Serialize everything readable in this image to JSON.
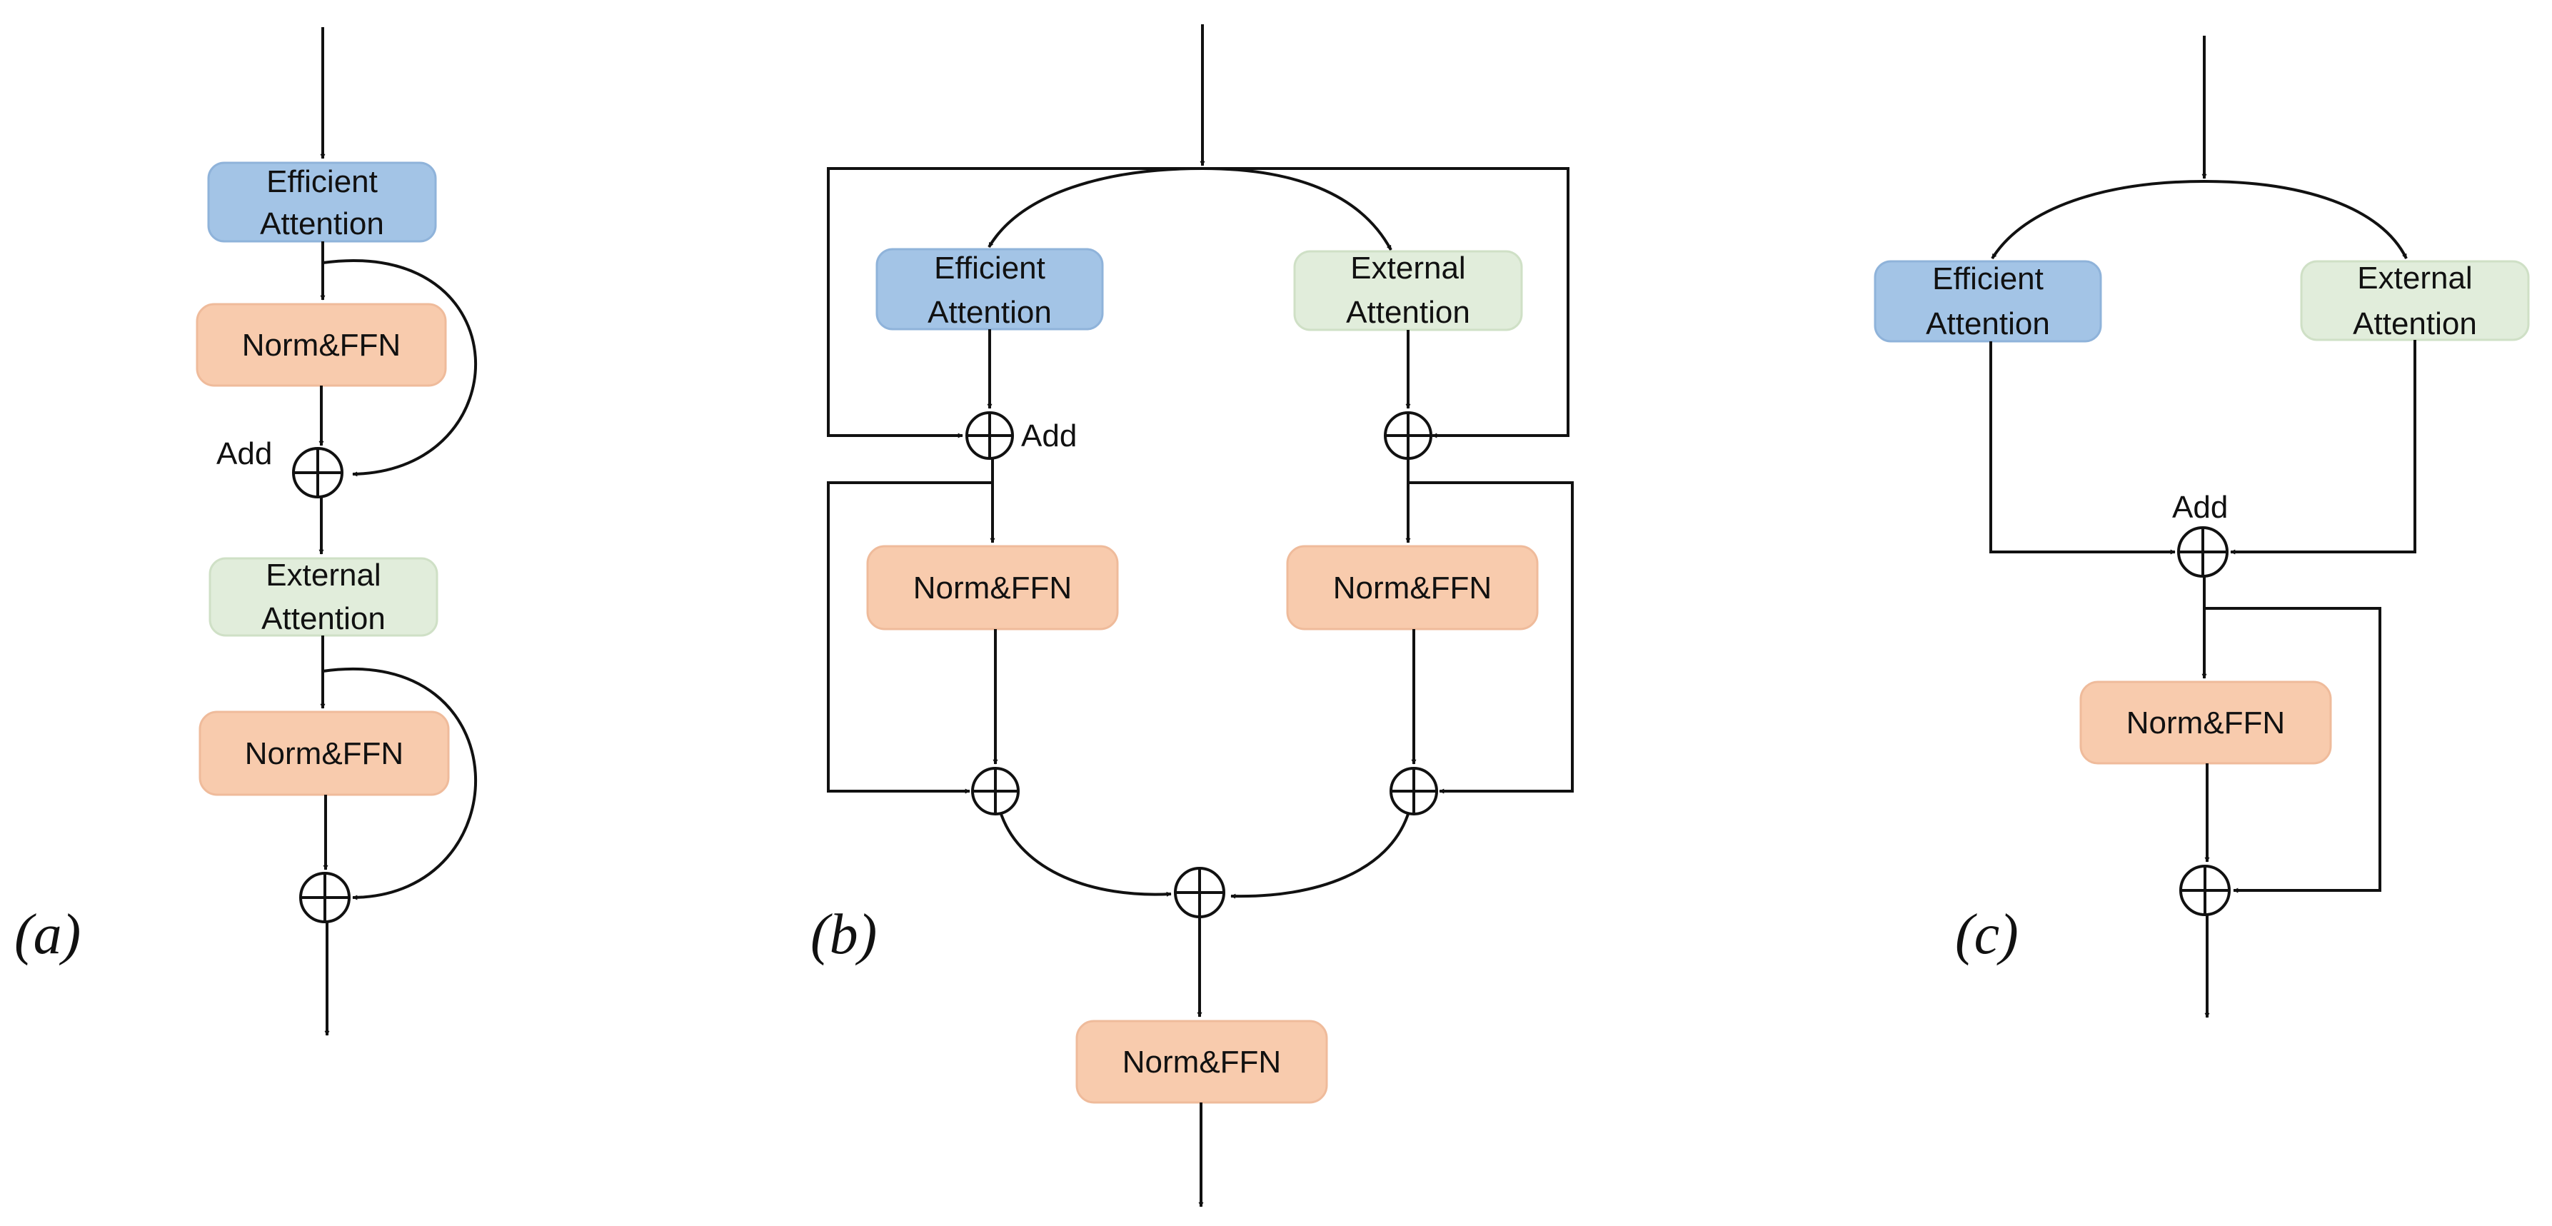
{
  "panels": {
    "a": {
      "label": "(a)",
      "efficient": [
        "Efficient",
        "Attention"
      ],
      "norm1": "Norm&FFN",
      "add_label": "Add",
      "external": [
        "External",
        "Attention"
      ],
      "norm2": "Norm&FFN"
    },
    "b": {
      "label": "(b)",
      "efficient": [
        "Efficient",
        "Attention"
      ],
      "external": [
        "External",
        "Attention"
      ],
      "add_label": "Add",
      "norm_left": "Norm&FFN",
      "norm_right": "Norm&FFN",
      "norm_bottom": "Norm&FFN"
    },
    "c": {
      "label": "(c)",
      "efficient": [
        "Efficient",
        "Attention"
      ],
      "external": [
        "External",
        "Attention"
      ],
      "add_label": "Add",
      "norm": "Norm&FFN"
    }
  },
  "colors": {
    "efficient_fill": "#a3c4e6",
    "efficient_stroke": "#8fb3da",
    "external_fill": "#e1eddb",
    "external_stroke": "#cfe0c6",
    "norm_fill": "#f8cbad",
    "norm_stroke": "#efbb9b",
    "line": "#111111"
  }
}
